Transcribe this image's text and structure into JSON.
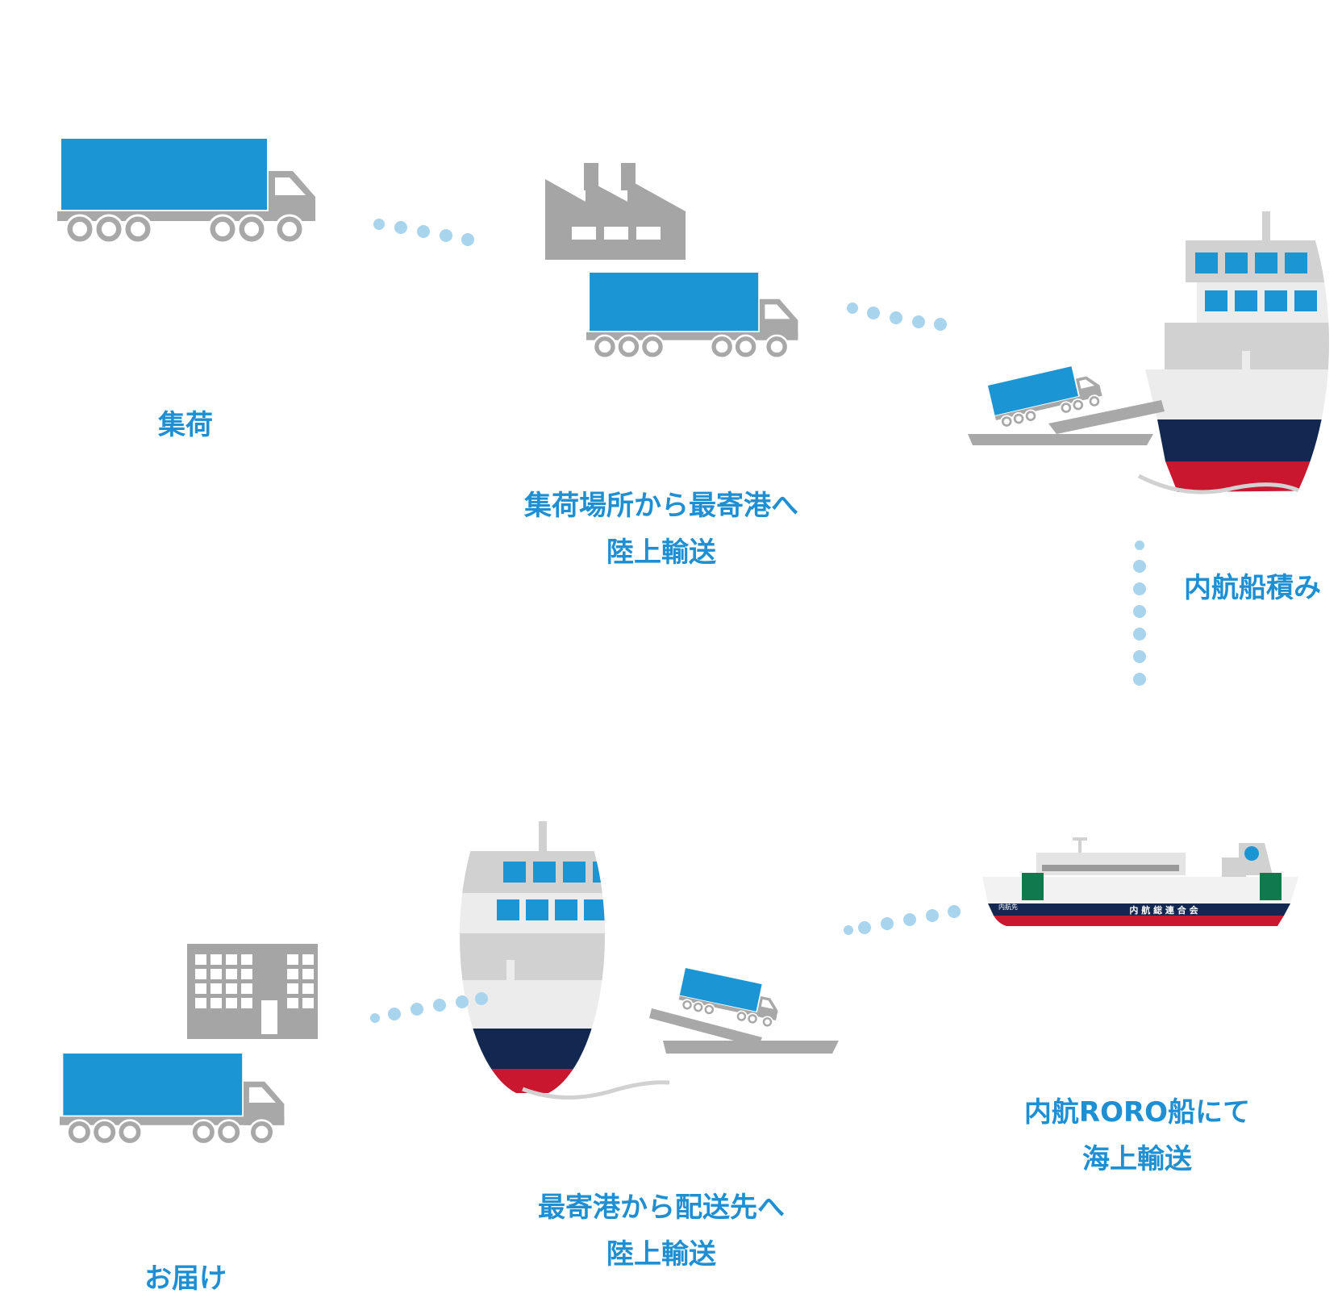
{
  "colors": {
    "accent_text": "#1f8fd3",
    "container_blue": "#1b95d4",
    "truck_gray": "#a8a8a8",
    "building_gray": "#a5a5a5",
    "dot_blue": "#a9d4ee",
    "hull_navy": "#132850",
    "hull_red": "#c8172f",
    "hull_white": "#ececec",
    "super_light": "#d0d1d0",
    "roro_green": "#0f7a4b"
  },
  "steps": [
    {
      "label": [
        "集荷"
      ],
      "icon": "truck-icon"
    },
    {
      "label": [
        "集荷場所から最寄港へ",
        "陸上輸送"
      ],
      "icon": "factory-truck-icon"
    },
    {
      "label": [
        "内航船積み"
      ],
      "icon": "ship-loading-icon"
    },
    {
      "label": [
        "内航RORO船にて",
        "海上輸送"
      ],
      "icon": "roro-ship-icon"
    },
    {
      "label": [
        "最寄港から配送先へ",
        "陸上輸送"
      ],
      "icon": "ship-unloading-icon"
    },
    {
      "label": [
        "お届け"
      ],
      "icon": "building-truck-icon"
    }
  ],
  "roro_ship": {
    "hull_text": "内 航 総 連 合 会",
    "bow_text": "内航先"
  }
}
